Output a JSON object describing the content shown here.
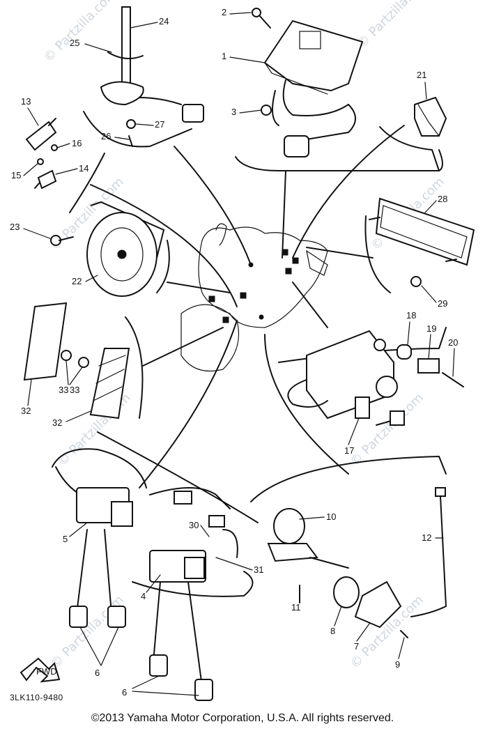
{
  "watermark": "© Partzilla.com",
  "diagram_code": "3LK110-9480",
  "front_arrow_label": "FWD",
  "copyright": "©2013  Yamaha Motor Corporation, U.S.A. All rights reserved.",
  "part_labels": [
    "1",
    "2",
    "3",
    "4",
    "5",
    "6",
    "6",
    "7",
    "8",
    "9",
    "10",
    "11",
    "12",
    "13",
    "14",
    "15",
    "16",
    "17",
    "18",
    "19",
    "20",
    "21",
    "22",
    "23",
    "24",
    "25",
    "26",
    "27",
    "28",
    "29",
    "30",
    "31",
    "32",
    "32",
    "33",
    "33"
  ]
}
